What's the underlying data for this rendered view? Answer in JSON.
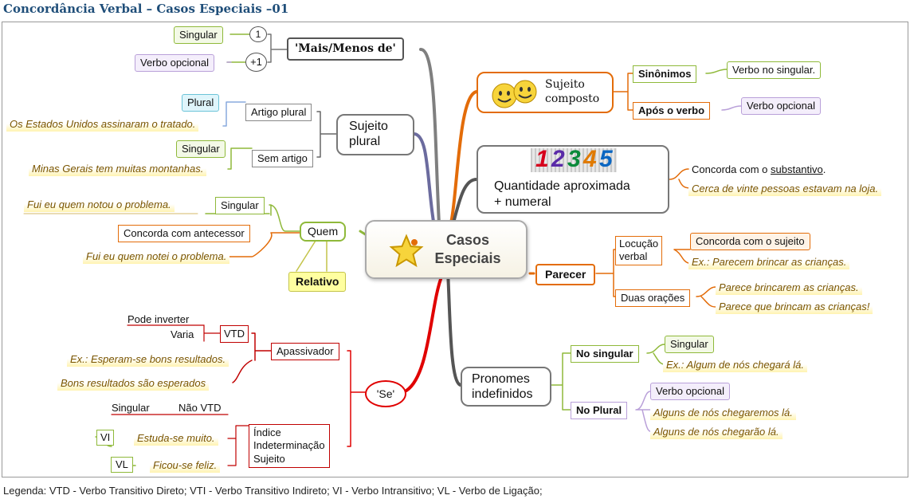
{
  "title": "Concordância Verbal – Casos Especiais –01",
  "legend": "Legenda: VTD - Verbo Transitivo Direto;  VTI - Verbo Transitivo Indireto;  VI - Verbo Intransitivo;  VL - Verbo de Ligação;",
  "center": {
    "label_line1": "Casos",
    "label_line2": "Especiais",
    "icon": "star-icon"
  },
  "colors": {
    "gray": "#7f7f7f",
    "purple": "#6b6b9e",
    "orange": "#e36c09",
    "green": "#8fb93a",
    "red": "#e00000",
    "lavender": "#b9a0d9",
    "yellow_fill": "#fff3b0"
  },
  "mais_menos": {
    "label": "'Mais/Menos de'",
    "c1": "1",
    "c2": "+1",
    "singular": "Singular",
    "verbo_opcional": "Verbo opcional"
  },
  "sujeito_plural": {
    "label_line1": "Sujeito",
    "label_line2": "plural",
    "artigo_plural": "Artigo plural",
    "plural": "Plural",
    "ex1": "Os Estados Unidos assinaram o tratado.",
    "sem_artigo": "Sem artigo",
    "singular": "Singular",
    "ex2": "Minas Gerais tem muitas montanhas."
  },
  "quem": {
    "label": "Quem",
    "singular": "Singular",
    "ex1": "Fui eu quem notou o problema.",
    "concorda": "Concorda com antecessor",
    "ex2": "Fui eu quem notei o problema.",
    "relativo": "Relativo"
  },
  "se": {
    "label": "'Se'",
    "apassivador": "Apassivador",
    "vtd": "VTD",
    "pode_inverter": "Pode inverter",
    "varia": "Varia",
    "ex1": "Ex.: Esperam-se bons resultados.",
    "ex2": "Bons resultados são esperados",
    "indice_line1": "Índice",
    "indice_line2": "Indeterminação",
    "indice_line3": "Sujeito",
    "singular": "Singular",
    "nao_vtd": "Não VTD",
    "vi": "VI",
    "ex3": "Estuda-se muito.",
    "vl": "VL",
    "ex4": "Ficou-se feliz."
  },
  "sujeito_composto": {
    "label_line1": "Sujeito",
    "label_line2": "composto",
    "icon": "smiley-icon",
    "sinonimos": "Sinônimos",
    "verbo_singular": "Verbo no singular.",
    "apos_verbo": "Após o verbo",
    "verbo_opcional": "Verbo opcional"
  },
  "quantidade": {
    "numbers": [
      "1",
      "2",
      "3",
      "4",
      "5"
    ],
    "number_colors": [
      "#d6001c",
      "#5a2aa8",
      "#0a8a3a",
      "#e07a00",
      "#0a66c2"
    ],
    "label_line1": "Quantidade aproximada",
    "label_line2": "+ numeral",
    "concorda_prefix": "Concorda com o ",
    "concorda_word": "substantivo",
    "concorda_suffix": ".",
    "ex": "Cerca de vinte pessoas estavam na loja."
  },
  "parecer": {
    "label": "Parecer",
    "locucao_line1": "Locução",
    "locucao_line2": "verbal",
    "concorda": "Concorda com o sujeito",
    "ex1": "Ex.: Parecem brincar as crianças.",
    "duas": "Duas orações",
    "ex2": "Parece brincarem as crianças.",
    "ex3": "Parece que brincam as crianças!"
  },
  "pronomes": {
    "label_line1": "Pronomes",
    "label_line2": "indefinidos",
    "no_singular": "No singular",
    "singular": "Singular",
    "ex1": "Ex.: Algum de nós chegará lá.",
    "no_plural": "No Plural",
    "verbo_opcional": "Verbo opcional",
    "ex2": "Alguns de nós chegaremos lá.",
    "ex3": "Alguns de nós chegarão lá."
  }
}
